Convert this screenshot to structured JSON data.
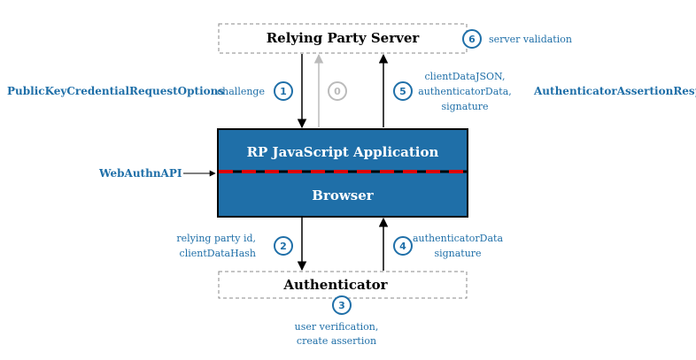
{
  "colors": {
    "accent": "#1f6fa8",
    "box_fill": "#1f6fa8",
    "dashed_separator": "#e00000",
    "faded_arrow": "#bbbbbb"
  },
  "boxes": {
    "relying_party_server": "Relying Party Server",
    "rp_javascript_application": "RP JavaScript Application",
    "browser": "Browser",
    "authenticator": "Authenticator"
  },
  "side_labels": {
    "request_options": "PublicKeyCredentialRequestOptions",
    "webauthn_api": "WebAuthnAPI",
    "assertion_response": "AuthenticatorAssertionResponse"
  },
  "steps": {
    "s0": "0",
    "s1": "1",
    "s2": "2",
    "s3": "3",
    "s4": "4",
    "s5": "5",
    "s6": "6"
  },
  "notes": {
    "challenge": "challenge",
    "server_validation": "server validation",
    "step5_line1": "clientDataJSON,",
    "step5_line2": "authenticatorData,",
    "step5_line3": "signature",
    "step2_line1": "relying party id,",
    "step2_line2": "clientDataHash",
    "step4_line1": "authenticatorData",
    "step4_line2": "signature",
    "step3_line1": "user verification,",
    "step3_line2": "create assertion"
  }
}
